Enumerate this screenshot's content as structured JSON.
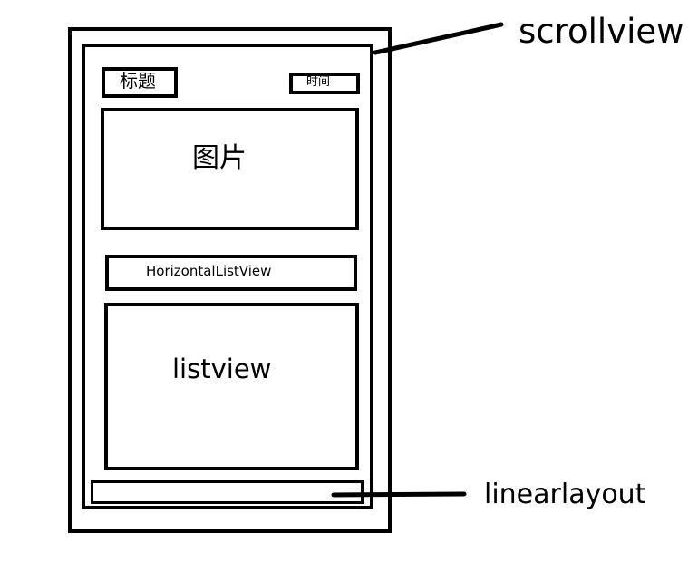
{
  "labels": {
    "title": "标题",
    "time": "时间",
    "image": "图片",
    "horizontal_list": "HorizontalListView",
    "list": "listview"
  },
  "callouts": {
    "scroll": "scrollview",
    "linear": "linearlayout"
  },
  "colors": {
    "stroke": "#000000",
    "background": "#ffffff"
  }
}
